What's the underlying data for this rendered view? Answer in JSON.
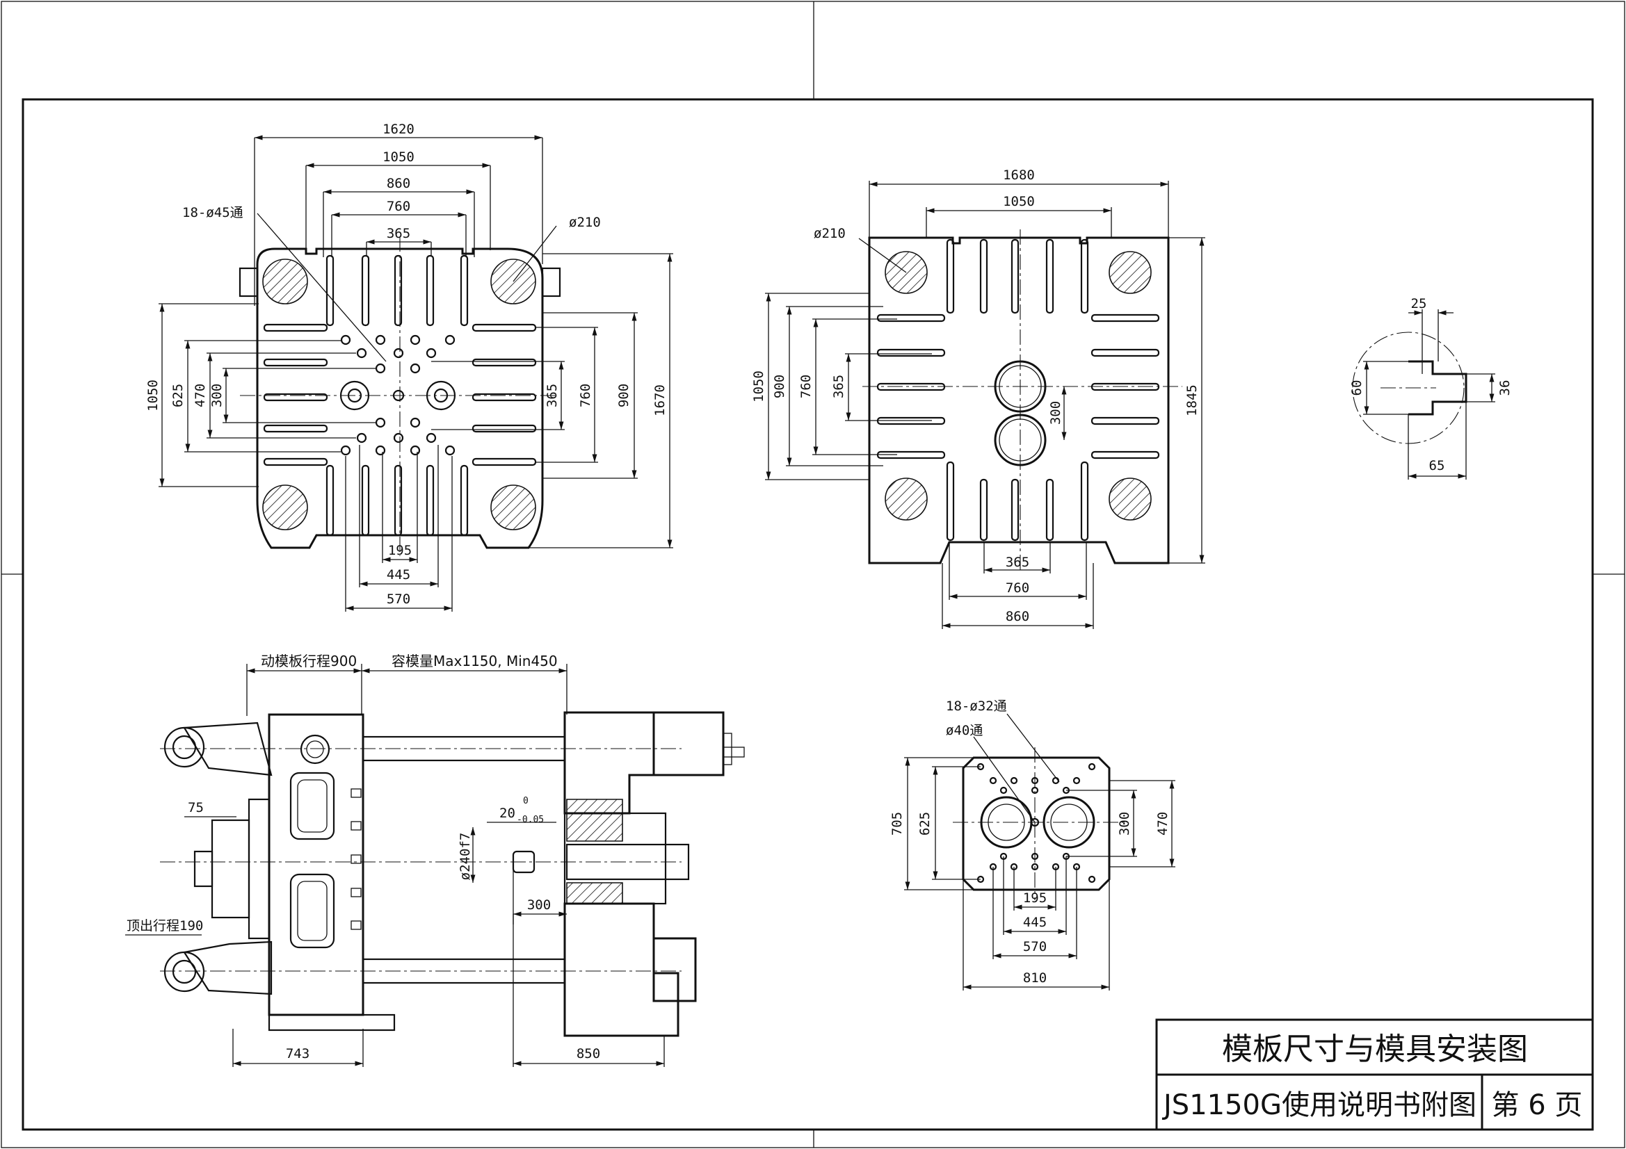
{
  "title_block": {
    "title": "模板尺寸与模具安装图",
    "subtitle": "JS1150G使用说明书附图",
    "page_label": "第 6 页"
  },
  "view_moving_platen": {
    "dims_top": [
      "1620",
      "1050",
      "860",
      "760",
      "365"
    ],
    "dims_bottom": [
      "195",
      "445",
      "570"
    ],
    "dims_left": [
      "1050",
      "625",
      "470",
      "300"
    ],
    "dims_right": [
      "365",
      "760",
      "900",
      "1670"
    ],
    "callout_holes": "18-ø45通",
    "callout_tiebar": "ø210"
  },
  "view_fixed_platen": {
    "dims_top": [
      "1680",
      "1050"
    ],
    "dims_bottom": [
      "365",
      "760",
      "860"
    ],
    "dims_left": [
      "1050",
      "900",
      "760",
      "365"
    ],
    "dims_right": [
      "1845"
    ],
    "dim_center": "300",
    "callout_tiebar": "ø210"
  },
  "view_tslot": {
    "dims": [
      "25",
      "60",
      "36",
      "65"
    ]
  },
  "view_side": {
    "label_stroke": "动模板行程900",
    "label_mould": "容模量Max1150, Min450",
    "label_ejector": "顶出行程190",
    "dim_75": "75",
    "dim_tol": "20",
    "dim_tol_upper": "0",
    "dim_tol_lower": "-0.05",
    "dim_bore": "ø240f7",
    "dim_300": "300",
    "dim_743": "743",
    "dim_850": "850"
  },
  "view_ejector_plate": {
    "callout_holes": "18-ø32通",
    "callout_center": "ø40通",
    "dims_left": [
      "705",
      "625"
    ],
    "dims_right": [
      "300",
      "470"
    ],
    "dims_bottom": [
      "195",
      "445",
      "570",
      "810"
    ]
  }
}
